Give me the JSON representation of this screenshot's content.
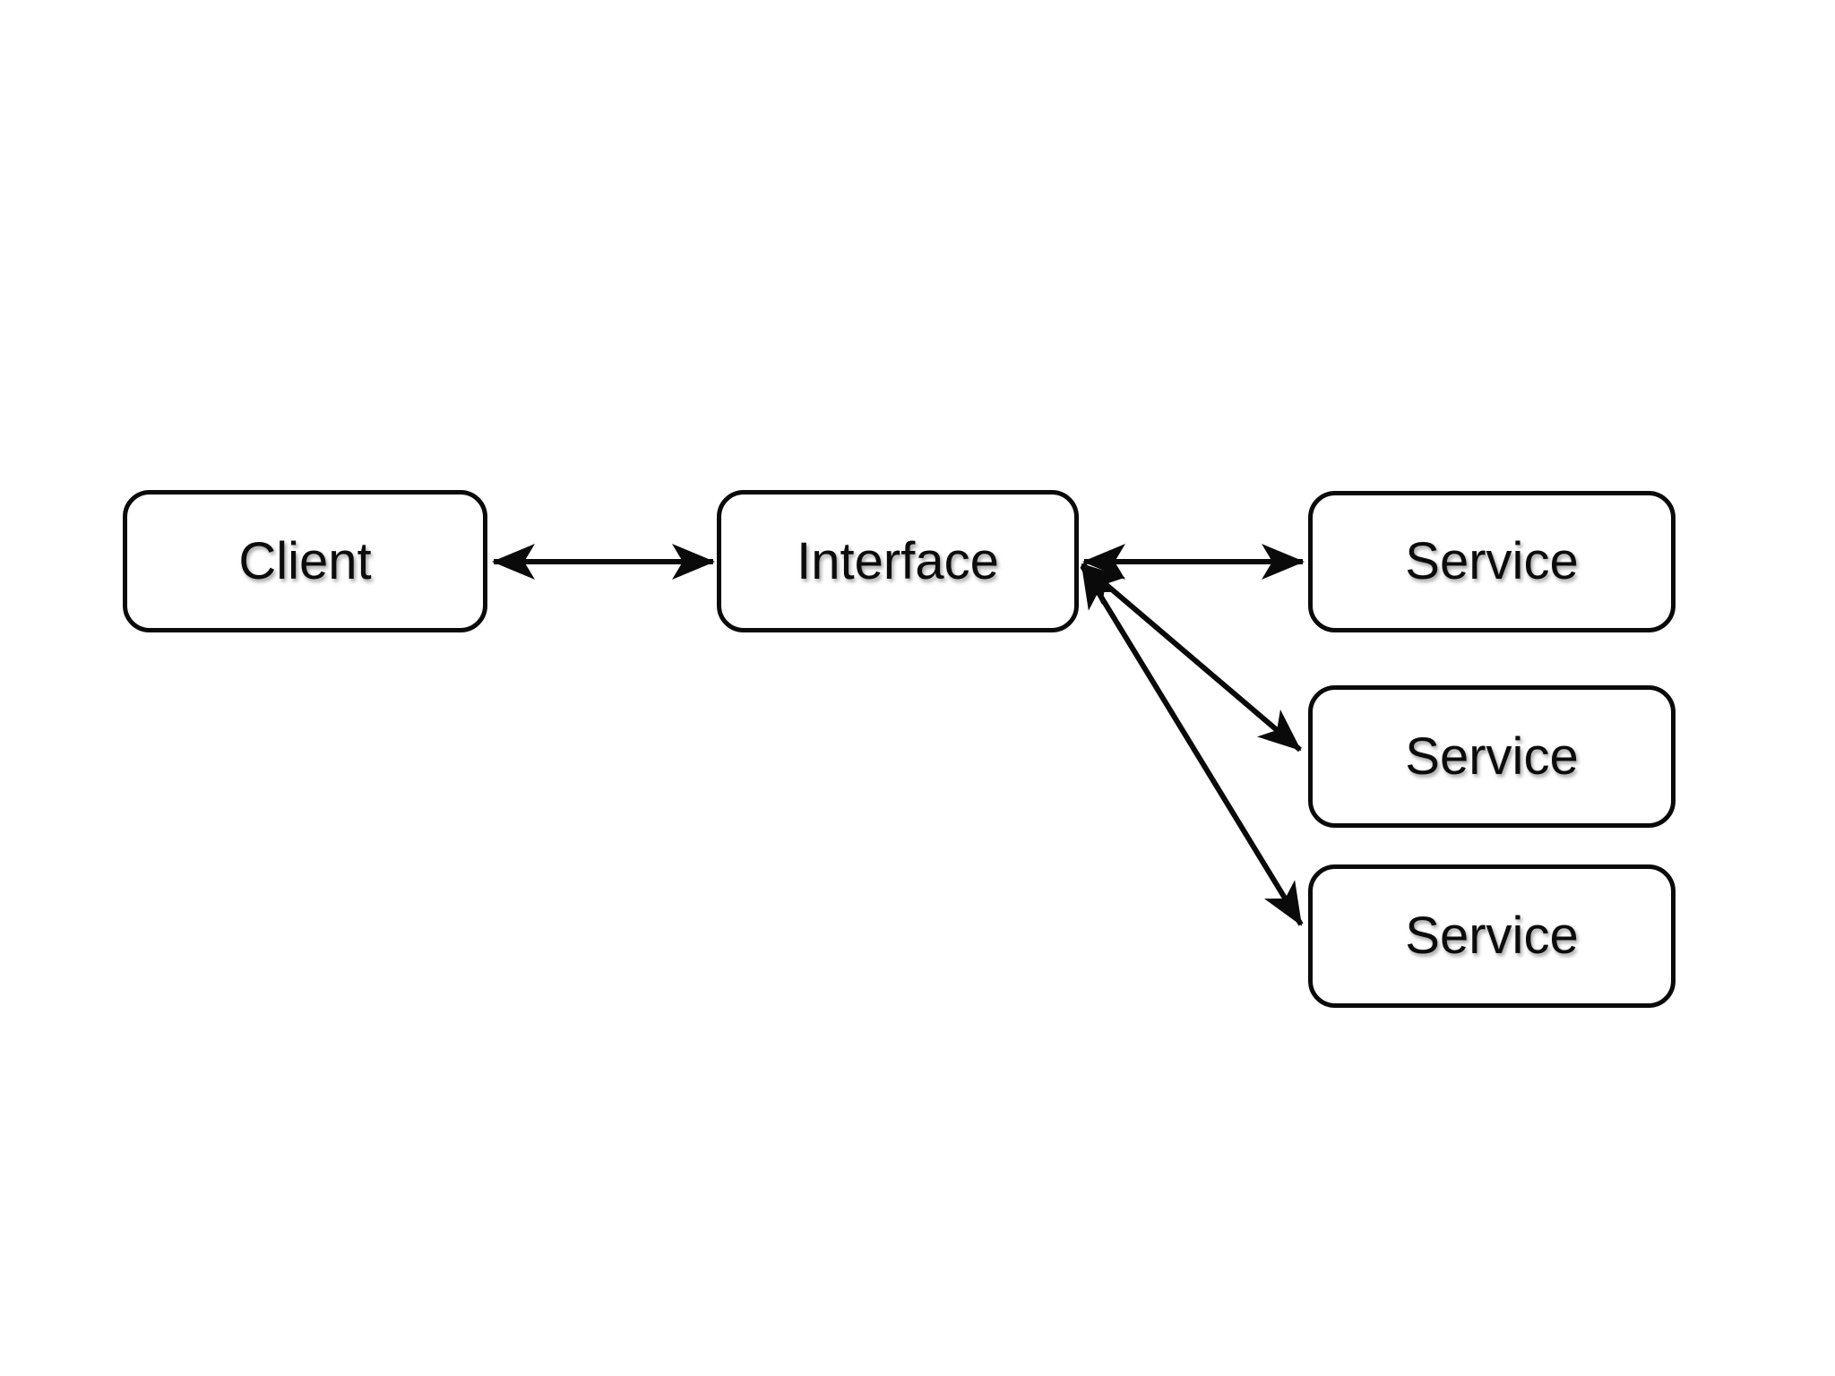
{
  "diagram": {
    "type": "node-link-architecture",
    "background_color": "#ffffff",
    "node_fill": "#ffffff",
    "node_stroke": "#0a0a0a",
    "edge_color": "#0a0a0a",
    "text_color": "#0c0c0c",
    "nodes": [
      {
        "id": "client",
        "label": "Client"
      },
      {
        "id": "interface",
        "label": "Interface"
      },
      {
        "id": "service-1",
        "label": "Service"
      },
      {
        "id": "service-2",
        "label": "Service"
      },
      {
        "id": "service-3",
        "label": "Service"
      }
    ],
    "edges": [
      {
        "from": "client",
        "to": "interface",
        "direction": "bidirectional"
      },
      {
        "from": "interface",
        "to": "service-1",
        "direction": "bidirectional"
      },
      {
        "from": "interface",
        "to": "service-2",
        "direction": "bidirectional"
      },
      {
        "from": "interface",
        "to": "service-3",
        "direction": "bidirectional"
      }
    ]
  }
}
